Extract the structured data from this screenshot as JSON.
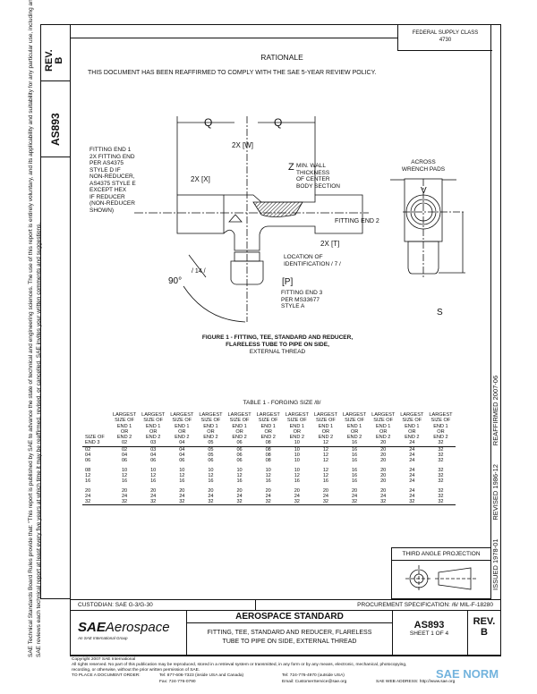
{
  "side_strip": {
    "rev_label": "REV.",
    "rev_value": "B",
    "doc_number": "AS893"
  },
  "margin_notes": [
    "SAE Technical Standards Board Rules provide that: \"This report is published by SAE to advance the state of technical and engineering sciences. The use of this report is entirely voluntary, and its applicability and suitability for any particular use, including any patent infringement arising therefrom, is the sole responsibility of the user.\"",
    "SAE reviews each technical report at least every five years at which time it may be reaffirmed, revised, or cancelled. SAE invites your written comments and suggestions."
  ],
  "header": {
    "federal_supply_class_label": "FEDERAL SUPPLY CLASS",
    "federal_supply_class_value": "4730"
  },
  "rationale": {
    "title": "RATIONALE",
    "text": "THIS DOCUMENT HAS BEEN REAFFIRMED TO COMPLY WITH THE SAE 5-YEAR REVIEW POLICY."
  },
  "figure": {
    "labels": {
      "q_left": "Q",
      "q_right": "Q",
      "w": "2X [W]",
      "x": "2X [X]",
      "end1": [
        "FITTING END 1",
        "2X FITTING END",
        "PER AS4375",
        "STYLE D IF",
        "NON-REDUCER,",
        "AS4375 STYLE E",
        "EXCEPT HEX",
        "IF REDUCER",
        "(NON-REDUCER",
        "SHOWN)"
      ],
      "z": "Z",
      "z_note": [
        "MIN. WALL",
        "THICKNESS",
        "OF CENTER",
        "BODY SECTION"
      ],
      "end2": "FITTING END 2",
      "t": "2X [T]",
      "location": [
        "LOCATION OF",
        "IDENTIFICATION / 7 /"
      ],
      "note14": "/ 14 /",
      "angle": "90°",
      "p": "[P]",
      "end3": [
        "FITTING END 3",
        "PER MS33677",
        "STYLE A"
      ],
      "across": [
        "ACROSS",
        "WRENCH PADS"
      ],
      "v": "V",
      "s": "S"
    },
    "caption": [
      "FIGURE 1 - FITTING, TEE, STANDARD AND REDUCER,",
      "FLARELESS TUBE TO PIPE ON SIDE,",
      "EXTERNAL THREAD"
    ]
  },
  "table": {
    "title": "TABLE 1 - FORGING SIZE /8/",
    "row_header": [
      "SIZE OF",
      "END 3"
    ],
    "col_header_text": [
      "LARGEST",
      "SIZE OF",
      "END 1",
      "OR",
      "END 2"
    ],
    "columns": [
      "02",
      "03",
      "04",
      "05",
      "06",
      "08",
      "10",
      "12",
      "16",
      "20",
      "24",
      "32"
    ],
    "rows": [
      {
        "end3": "02",
        "values": [
          "02",
          "03",
          "04",
          "05",
          "06",
          "08",
          "10",
          "12",
          "16",
          "20",
          "24",
          "32"
        ]
      },
      {
        "end3": "04",
        "values": [
          "04",
          "04",
          "04",
          "05",
          "06",
          "08",
          "10",
          "12",
          "16",
          "20",
          "24",
          "32"
        ]
      },
      {
        "end3": "06",
        "values": [
          "06",
          "06",
          "06",
          "06",
          "06",
          "08",
          "10",
          "12",
          "16",
          "20",
          "24",
          "32"
        ]
      },
      {
        "end3": "08",
        "values": [
          "10",
          "10",
          "10",
          "10",
          "10",
          "10",
          "10",
          "12",
          "16",
          "20",
          "24",
          "32"
        ]
      },
      {
        "end3": "12",
        "values": [
          "12",
          "12",
          "12",
          "12",
          "12",
          "12",
          "12",
          "12",
          "16",
          "20",
          "24",
          "32"
        ]
      },
      {
        "end3": "16",
        "values": [
          "16",
          "16",
          "16",
          "16",
          "16",
          "16",
          "16",
          "16",
          "16",
          "20",
          "24",
          "32"
        ]
      },
      {
        "end3": "20",
        "values": [
          "20",
          "20",
          "20",
          "20",
          "20",
          "20",
          "20",
          "20",
          "20",
          "20",
          "24",
          "32"
        ]
      },
      {
        "end3": "24",
        "values": [
          "24",
          "24",
          "24",
          "24",
          "24",
          "24",
          "24",
          "24",
          "24",
          "24",
          "24",
          "32"
        ]
      },
      {
        "end3": "32",
        "values": [
          "32",
          "32",
          "32",
          "32",
          "32",
          "32",
          "32",
          "32",
          "32",
          "32",
          "32",
          "32"
        ]
      }
    ]
  },
  "history": {
    "issued": "ISSUED 1978-01",
    "revised": "REVISED 1986-12",
    "reaffirmed": "REAFFIRMED 2007-06"
  },
  "projection": {
    "label": "THIRD ANGLE PROJECTION"
  },
  "title_block": {
    "custodian": "CUSTODIAN:  SAE G-3/G-30",
    "procurement": "PROCUREMENT SPECIFICATION:  /6/ MIL-F-18280",
    "logo_sae": "SAE",
    "logo_aero": "Aerospace",
    "logo_tag": "An SAE International Group",
    "standard": "AEROSPACE STANDARD",
    "title_line1": "FITTING, TEE, STANDARD AND REDUCER, FLARELESS",
    "title_line2": "TUBE TO PIPE ON SIDE, EXTERNAL THREAD",
    "doc_number": "AS893",
    "sheet": "SHEET 1 OF 4",
    "rev_label": "REV.",
    "rev_value": "B"
  },
  "footer": {
    "copyright": "Copyright 2007 SAE International",
    "rights": "All rights reserved. No part of this publication may be reproduced, stored in a retrieval system or transmitted, in any form or by any means, electronic, mechanical, photocopying,",
    "rights2": "recording, or otherwise, without the prior written permission of SAE.",
    "order_label": "TO PLACE A DOCUMENT ORDER:",
    "tel_usa": "Tel:  877-606-7323 (inside USA and Canada)",
    "tel_intl": "Tel:  724-776-4970 (outside USA)",
    "fax": "Fax:  724-776-0790",
    "email": "Email:  CustomerService@sae.org",
    "web": "SAE WEB ADDRESS: http://www.sae.org",
    "watermark": "SAE NORM"
  }
}
